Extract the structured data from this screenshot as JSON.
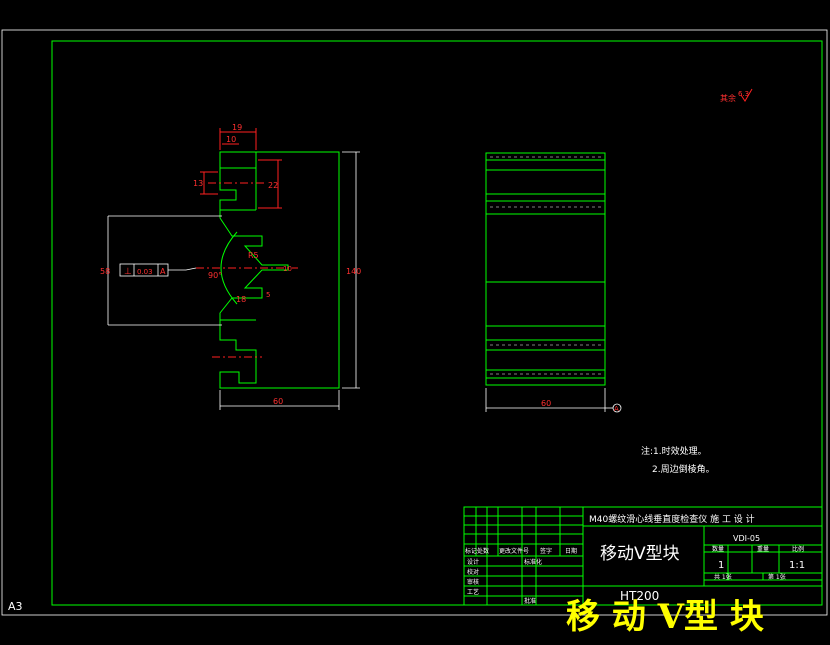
{
  "sheet": {
    "size_label": "A3"
  },
  "front_view": {
    "dim_top_width": "19",
    "dim_top_inner": "10",
    "dim_slot_left": "13",
    "dim_slot_right": "22",
    "dim_v_opening": "58",
    "dim_height": "140",
    "dim_angle": "90°",
    "dim_small_r": "R5",
    "dim_chamfer_a": "10",
    "dim_chamfer_b": "5",
    "dim_v_face": "18",
    "dim_bottom_width": "60",
    "tolerance_symbol": "⊥",
    "tolerance_value": "0.03",
    "tolerance_datum": "A"
  },
  "side_view": {
    "dim_width": "60",
    "datum_label": "A"
  },
  "roughness_note": "其余",
  "roughness_value": "6.3",
  "notes": {
    "line1": "注:1.时效处理。",
    "line2": "2.周边倒棱角。"
  },
  "title_block": {
    "project_title": "M40螺纹滑心线垂直度检查仪  施 工 设 计",
    "drawing_code": "VDI-05",
    "part_name": "移动V型块",
    "material": "HT200",
    "col_count": "数量",
    "col_weight": "重量",
    "col_scale": "比例",
    "count_value": "1",
    "scale_value": "1:1",
    "sheet_total": "共  1张",
    "sheet_no": "第  1张",
    "rev_mark": "标记",
    "rev_count": "处数",
    "rev_file": "更改文件号",
    "rev_sign": "签字",
    "rev_date": "日期",
    "role_design": "设计",
    "role_check": "校对",
    "role_review": "审核",
    "role_craft": "工艺",
    "role_std": "标准化",
    "role_approve": "批准"
  },
  "watermark": "移 动 V型 块"
}
